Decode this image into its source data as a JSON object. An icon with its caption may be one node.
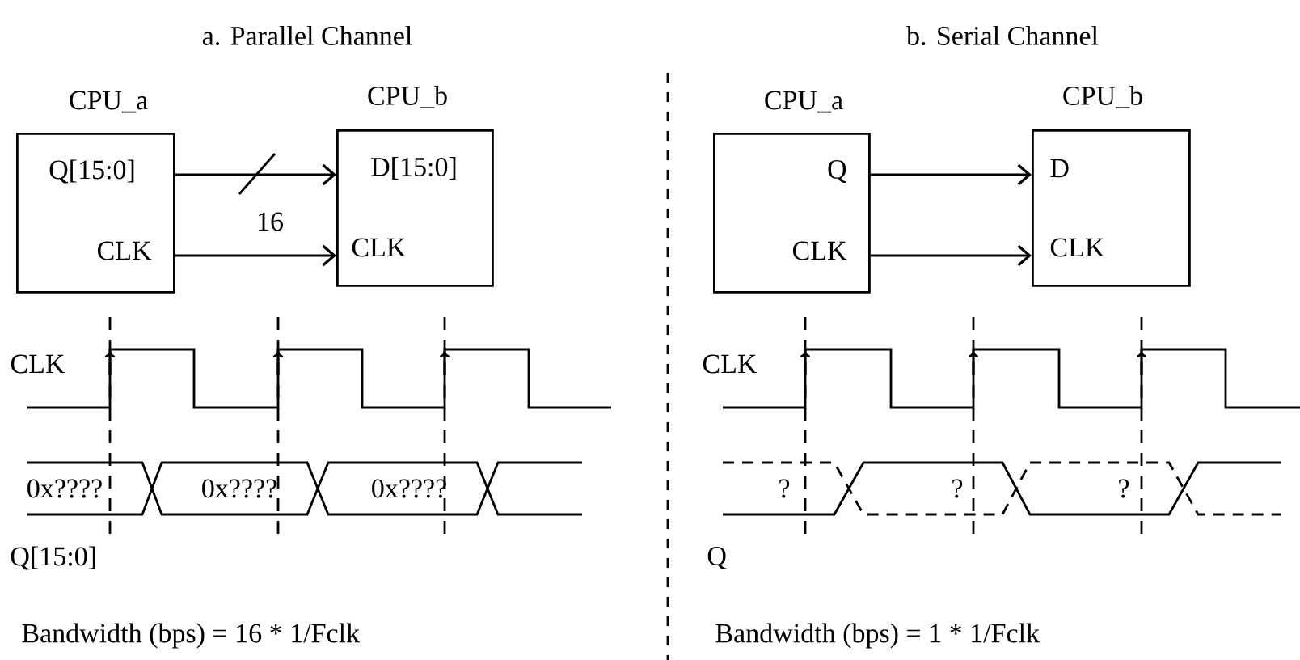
{
  "diagram": {
    "nodes": [
      {
        "text": [
          "CPU_a",
          "Q[15:0]",
          "CLK"
        ]
      },
      {
        "text": [
          "CPU_b",
          "D[15:0]",
          "CLK"
        ]
      },
      {
        "text": [
          "CPU_a",
          "Q",
          "CLK"
        ]
      },
      {
        "text": [
          "CPU_b",
          "D",
          "CLK"
        ]
      }
    ],
    "edges": [
      {
        "from": 0,
        "to": 1,
        "arrow": "to",
        "label": "16"
      },
      {
        "from": 0,
        "to": 1,
        "arrow": "to"
      },
      {
        "from": 2,
        "to": 3,
        "arrow": "to"
      },
      {
        "from": 2,
        "to": 3,
        "arrow": "to"
      }
    ],
    "labels": [
      "a. Parallel Channel",
      "b. Serial Channel",
      "CLK",
      "0x????",
      "0x????",
      "0x????",
      "Q[15:0]",
      "Bandwidth (bps) =  16 * 1/Fclk",
      "CLK",
      "?",
      "?",
      "?",
      "Q",
      "Bandwidth (bps) =  1 * 1/Fclk"
    ]
  }
}
